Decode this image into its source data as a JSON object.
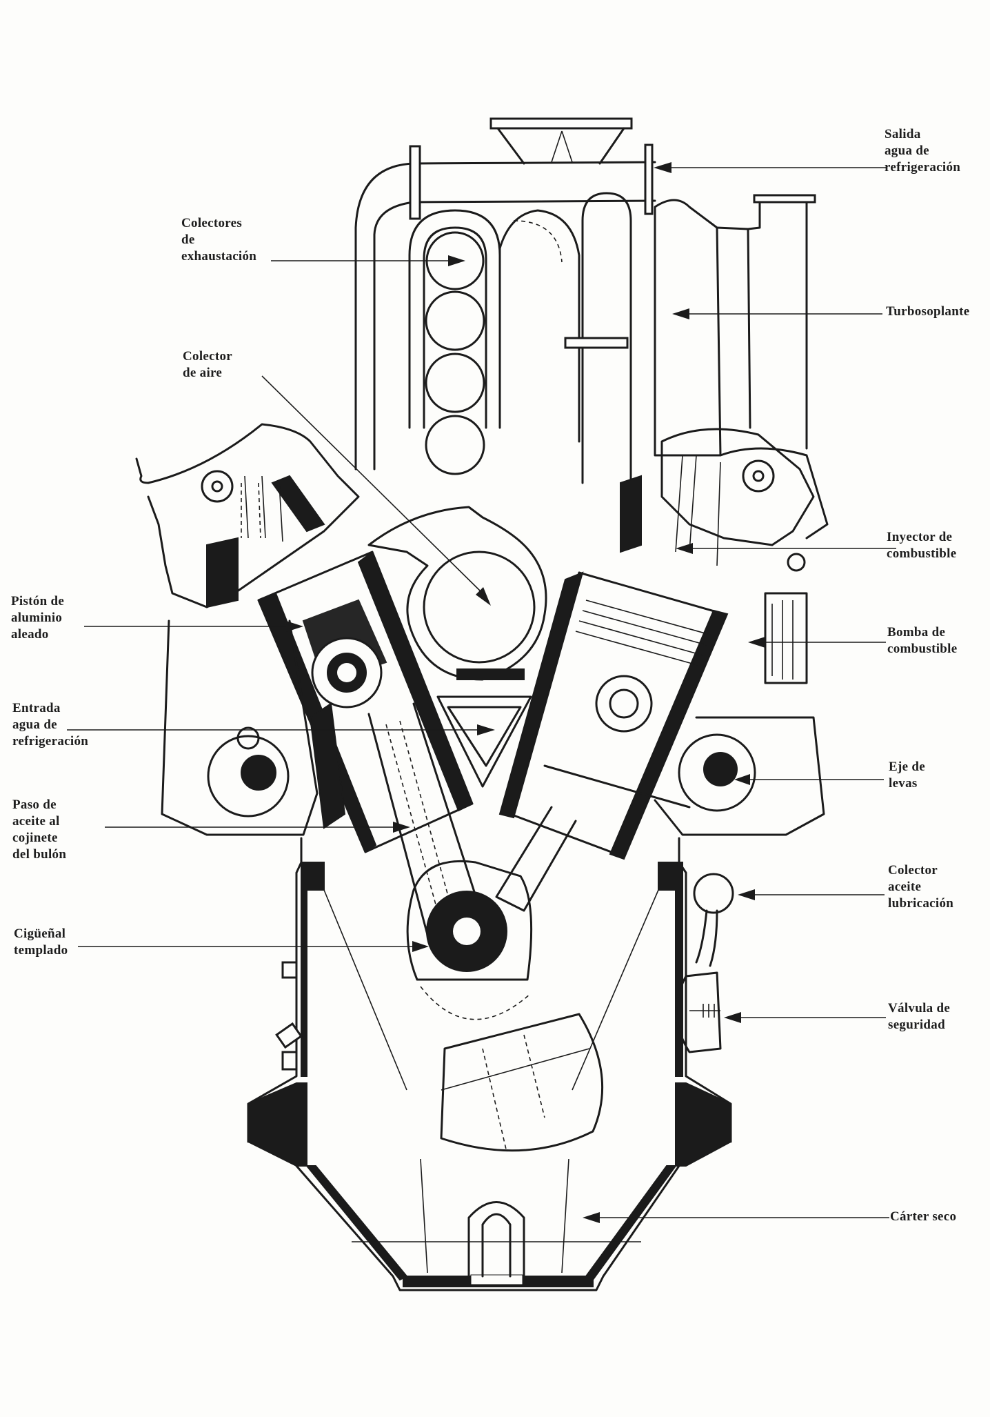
{
  "title": "Sección transversal de motor diésel en V",
  "labels": [
    {
      "id": "salida-agua",
      "text": "Salida\nagua de\nrefrigeración",
      "side": "right"
    },
    {
      "id": "colectores-exhaustacion",
      "text": "Colectores\nde\nexhaustación",
      "side": "left"
    },
    {
      "id": "turbosoplante",
      "text": "Turbosoplante",
      "side": "right"
    },
    {
      "id": "colector-aire",
      "text": "Colector\nde  aire",
      "side": "left"
    },
    {
      "id": "inyector",
      "text": "Inyector de\ncombustible",
      "side": "right"
    },
    {
      "id": "piston",
      "text": "Pistón de\naluminio\naleado",
      "side": "left"
    },
    {
      "id": "bomba",
      "text": "Bomba de\ncombustible",
      "side": "right"
    },
    {
      "id": "entrada-agua",
      "text": "Entrada\nagua de\nrefrigeración",
      "side": "left"
    },
    {
      "id": "eje-levas",
      "text": "Eje de\nlevas",
      "side": "right"
    },
    {
      "id": "paso-aceite",
      "text": "Paso de\naceite al\ncojinete\ndel bulón",
      "side": "left"
    },
    {
      "id": "colector-aceite",
      "text": "Colector\naceite\nlubricación",
      "side": "right"
    },
    {
      "id": "cigueñal",
      "text": "Cigüeñal\ntemplado",
      "side": "left"
    },
    {
      "id": "valvula",
      "text": "Válvula de\nseguridad",
      "side": "right"
    },
    {
      "id": "carter",
      "text": "Cárter seco",
      "side": "right"
    }
  ]
}
